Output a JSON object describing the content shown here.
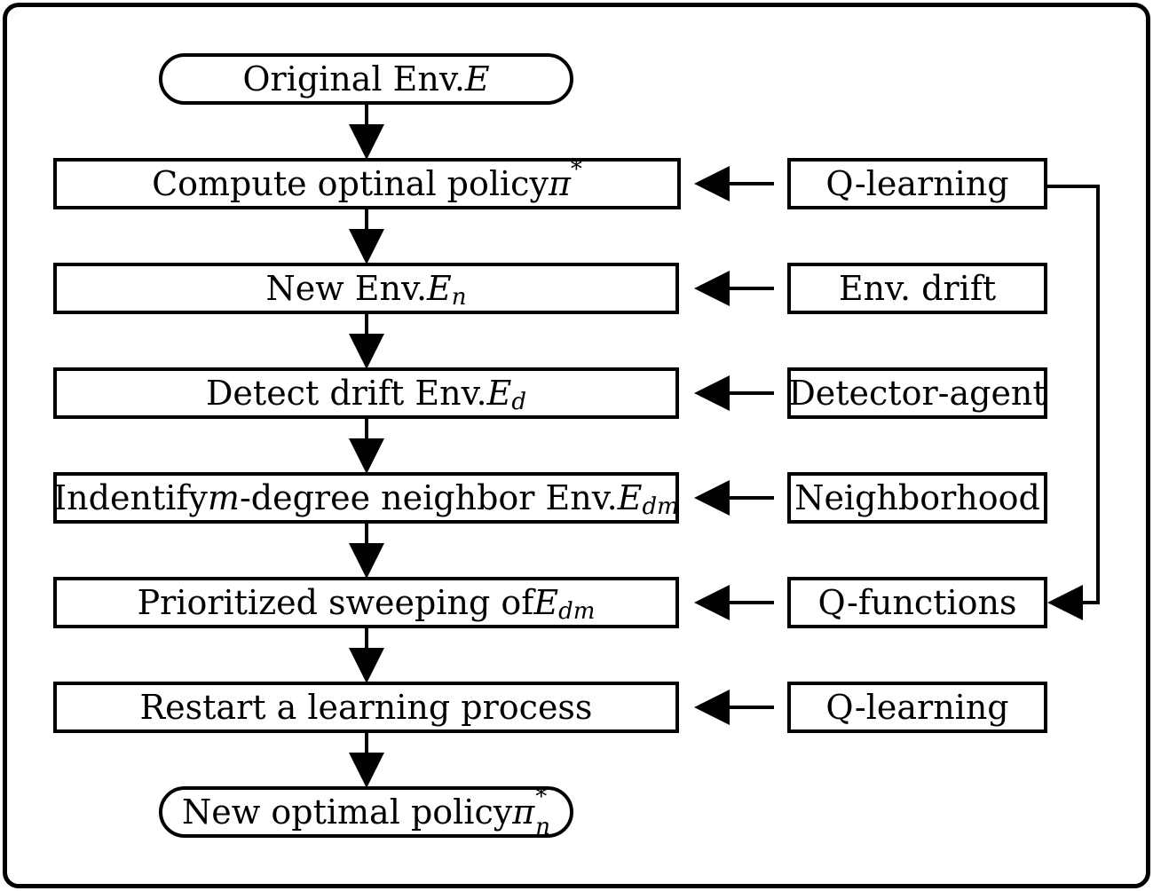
{
  "main_flow": {
    "start": {
      "text": "Original Env. ",
      "math": "E"
    },
    "step1": {
      "text": "Compute optinal policy ",
      "math": "π",
      "sup": "*"
    },
    "step2": {
      "text": "New Env. ",
      "math": "E",
      "sub": "n"
    },
    "step3": {
      "text": "Detect drift Env. ",
      "math": "E",
      "sub": "d"
    },
    "step4": {
      "text_a": "Indentify ",
      "math_m": "m",
      "text_b": "-degree neighbor Env. ",
      "math": "E",
      "sub": "dm"
    },
    "step5": {
      "text": "Prioritized sweeping of ",
      "math": "E",
      "sub": "dm"
    },
    "step6": {
      "text": "Restart a learning process"
    },
    "end": {
      "text": "New optimal policy ",
      "math": "π",
      "sup": "*",
      "sub": "n"
    }
  },
  "side_inputs": [
    {
      "label": "Q-learning"
    },
    {
      "label": "Env. drift"
    },
    {
      "label": "Detector-agent"
    },
    {
      "label": "Neighborhood"
    },
    {
      "label": "Q-functions"
    },
    {
      "label": "Q-learning"
    }
  ]
}
